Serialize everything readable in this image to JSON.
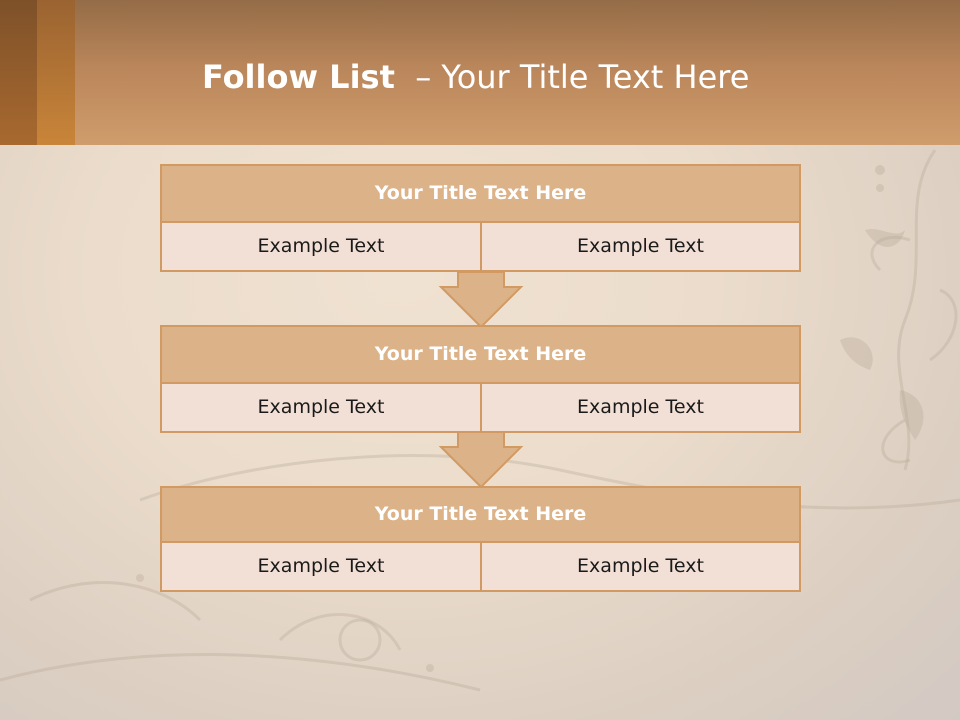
{
  "slide": {
    "title_bold": "Follow List",
    "title_rest": "– Your Title Text Here"
  },
  "blocks": [
    {
      "title": "Your Title Text Here",
      "left": "Example Text",
      "right": "Example Text"
    },
    {
      "title": "Your Title Text Here",
      "left": "Example Text",
      "right": "Example Text"
    },
    {
      "title": "Your Title Text Here",
      "left": "Example Text",
      "right": "Example Text"
    }
  ],
  "colors": {
    "header": "#c08a5c",
    "block_title_fill": "#dcb289",
    "cell_fill": "#f2e0d6",
    "border": "#d29a63"
  }
}
